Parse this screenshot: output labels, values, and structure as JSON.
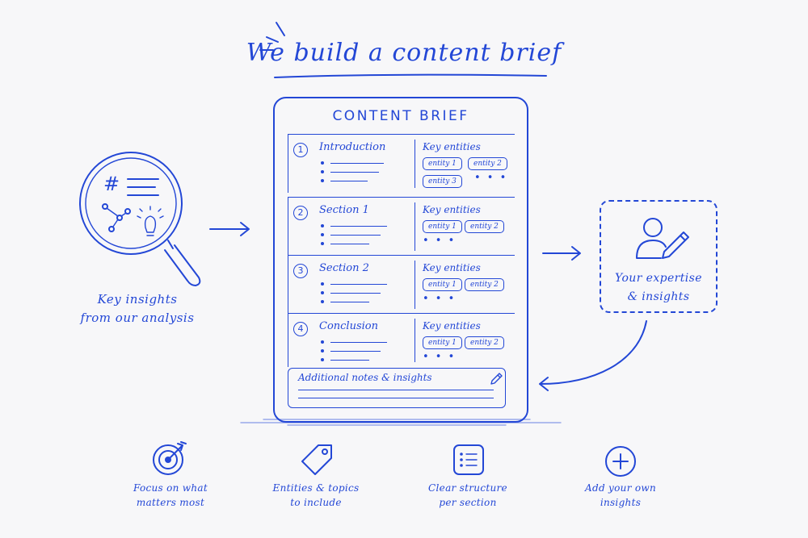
{
  "title": "We build a content brief",
  "insights": {
    "line1": "Key insights",
    "line2": "from our analysis"
  },
  "brief": {
    "title": "CONTENT BRIEF",
    "sections": [
      {
        "number": "1",
        "title": "Introduction",
        "key_label": "Key entities",
        "chips": [
          "entity 1",
          "entity 2",
          "entity 3"
        ],
        "more": "• • •"
      },
      {
        "number": "2",
        "title": "Section 1",
        "key_label": "Key entities",
        "chips": [
          "entity 1",
          "entity 2"
        ],
        "more": "• • •"
      },
      {
        "number": "3",
        "title": "Section 2",
        "key_label": "Key entities",
        "chips": [
          "entity 1",
          "entity 2"
        ],
        "more": "• • •"
      },
      {
        "number": "4",
        "title": "Conclusion",
        "key_label": "Key entities",
        "chips": [
          "entity 1",
          "entity 2"
        ],
        "more": "• • •"
      }
    ],
    "notes_label": "Additional notes & insights"
  },
  "expertise": {
    "line1": "Your expertise",
    "line2": "& insights"
  },
  "features": [
    {
      "icon": "target-icon",
      "line1": "Focus on what",
      "line2": "matters most"
    },
    {
      "icon": "tag-icon",
      "line1": "Entities & topics",
      "line2": "to include"
    },
    {
      "icon": "list-icon",
      "line1": "Clear structure",
      "line2": "per section"
    },
    {
      "icon": "plus-circle-icon",
      "line1": "Add your own",
      "line2": "insights"
    }
  ],
  "colors": {
    "ink": "#2347d6",
    "background": "#f7f7f9"
  }
}
